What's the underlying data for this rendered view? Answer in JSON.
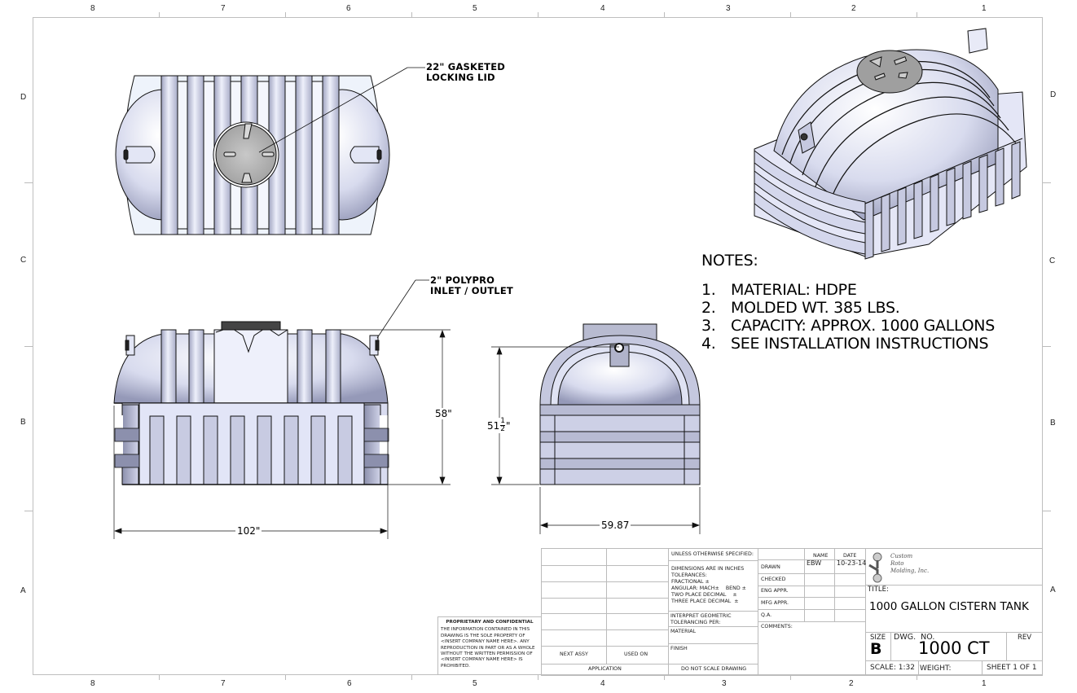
{
  "border": {
    "top_zones": [
      "8",
      "7",
      "6",
      "5",
      "4",
      "3",
      "2",
      "1"
    ],
    "bottom_zones": [
      "8",
      "7",
      "6",
      "5",
      "4",
      "3",
      "2",
      "1"
    ],
    "left_zones": [
      "D",
      "C",
      "B",
      "A"
    ],
    "right_zones": [
      "D",
      "C",
      "B",
      "A"
    ]
  },
  "callouts": {
    "lid": {
      "line1": "22\" GASKETED",
      "line2": "LOCKING LID"
    },
    "inlet": {
      "line1": "2\" POLYPRO",
      "line2": "INLET / OUTLET"
    }
  },
  "dimensions": {
    "side_height": "58\"",
    "side_length": "102\"",
    "end_height_whole": "51",
    "end_height_num": "1",
    "end_height_den": "2",
    "end_height_unit": "\"",
    "end_width": "59.87"
  },
  "notes": {
    "title": "NOTES:",
    "items": [
      {
        "num": "1.",
        "text": "MATERIAL: HDPE"
      },
      {
        "num": "2.",
        "text": "MOLDED WT. 385 LBS."
      },
      {
        "num": "3.",
        "text": "CAPACITY: APPROX. 1000 GALLONS"
      },
      {
        "num": "4.",
        "text": "SEE INSTALLATION INSTRUCTIONS"
      }
    ]
  },
  "proprietary": {
    "heading": "PROPRIETARY AND CONFIDENTIAL",
    "body": "THE INFORMATION CONTAINED IN THIS DRAWING IS THE SOLE PROPERTY OF <INSERT COMPANY NAME HERE>.  ANY REPRODUCTION IN PART OR AS A WHOLE WITHOUT THE WRITTEN PERMISSION OF <INSERT COMPANY NAME HERE> IS PROHIBITED."
  },
  "title_block": {
    "next_assy": "NEXT ASSY",
    "used_on": "USED ON",
    "application": "APPLICATION",
    "unless": "UNLESS OTHERWISE SPECIFIED:",
    "dims_in_inches": "DIMENSIONS ARE IN INCHES",
    "tolerances": "TOLERANCES:",
    "fractional": "FRACTIONAL ±",
    "angular": "ANGULAR: MACH±    BEND ±",
    "two_place": "TWO PLACE DECIMAL    ±",
    "three_place": "THREE PLACE DECIMAL  ±",
    "interpret": "INTERPRET GEOMETRIC",
    "tolerancing": "TOLERANCING PER:",
    "material": "MATERIAL",
    "finish": "FINISH",
    "do_not_scale": "DO NOT SCALE DRAWING",
    "name_hdr": "NAME",
    "date_hdr": "DATE",
    "drawn": "DRAWN",
    "drawn_name": "EBW",
    "drawn_date": "10-23-14",
    "checked": "CHECKED",
    "eng_appr": "ENG APPR.",
    "mfg_appr": "MFG APPR.",
    "qa": "Q.A.",
    "comments": "COMMENTS:",
    "company_line1": "Custom",
    "company_line2": "Roto",
    "company_line3": "Molding, Inc.",
    "title_label": "TITLE:",
    "title": "1000 GALLON CISTERN TANK",
    "size_label": "SIZE",
    "size": "B",
    "dwg_no_label": "DWG.  NO.",
    "dwg_no": "1000 CT",
    "rev_label": "REV",
    "scale": "SCALE: 1:32",
    "weight": "WEIGHT:",
    "sheet": "SHEET 1 OF 1"
  },
  "colors": {
    "tank_fill": "#d9dcf0",
    "tank_shade": "#a9adc8",
    "lid_fill": "#b4b4b4",
    "frame": "#bfbfbf"
  }
}
